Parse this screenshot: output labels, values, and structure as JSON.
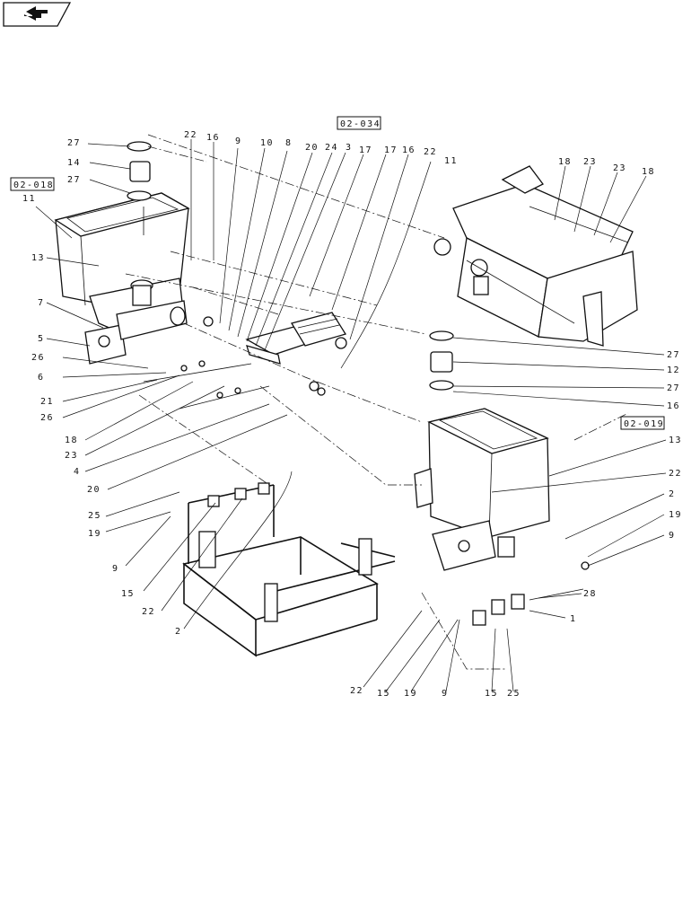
{
  "nav": {
    "icon": "back-arrow-icon"
  },
  "ref_boxes": [
    {
      "id": "ref-02-034",
      "text": "02-034"
    },
    {
      "id": "ref-02-018",
      "text": "02-018"
    },
    {
      "id": "ref-02-019",
      "text": "02-019"
    }
  ],
  "callouts": {
    "c1": "27",
    "c2": "14",
    "c3": "27",
    "c4": "11",
    "c5": "13",
    "c6": "7",
    "c7": "5",
    "c8": "26",
    "c9": "6",
    "c10": "21",
    "c11": "26",
    "c12": "18",
    "c13": "23",
    "c14": "4",
    "c15": "20",
    "c16": "22",
    "c17": "16",
    "c18": "9",
    "c19": "10",
    "c20": "8",
    "c21": "20",
    "c22": "24",
    "c23": "3",
    "c24": "17",
    "c25": "17",
    "c26": "16",
    "c27": "22",
    "c28": "11",
    "c29": "18",
    "c30": "23",
    "c31": "23",
    "c32": "18",
    "c33": "27",
    "c34": "12",
    "c35": "27",
    "c36": "16",
    "c37": "13",
    "c38": "22",
    "c39": "2",
    "c40": "19",
    "c41": "9",
    "c42": "28",
    "c43": "1",
    "c44": "25",
    "c45": "19",
    "c46": "9",
    "c47": "15",
    "c48": "22",
    "c49": "2",
    "c50": "22",
    "c51": "15",
    "c52": "19",
    "c53": "9",
    "c54": "15",
    "c55": "25"
  }
}
